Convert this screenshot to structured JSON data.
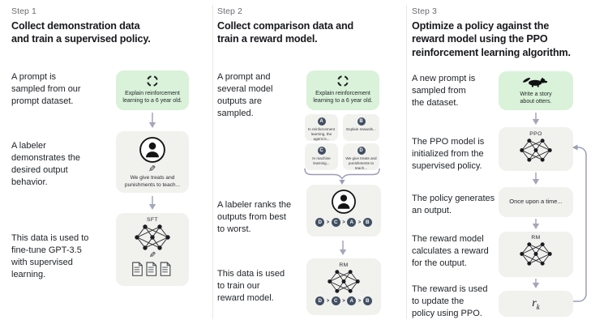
{
  "colors": {
    "prompt_box_green": "#d9f2d9",
    "stage_box_gray": "#f1f1ee",
    "chip_navy": "#414f62",
    "arrow_gray": "#a4a7b8",
    "brace_purple": "#9a9db5",
    "text_dark": "#1e2126",
    "step_label_gray": "#6b6c72"
  },
  "icons": {
    "pencil": "✎"
  },
  "step1": {
    "label": "Step 1",
    "headline": "Collect demonstration data\nand train a supervised policy.",
    "texts": {
      "prompt": "A prompt is\nsampled from our\nprompt dataset.",
      "labeler": "A labeler\ndemonstrates the\ndesired output\nbehavior.",
      "finetune": "This data is used to\nfine-tune GPT-3.5\nwith supervised\nlearning."
    },
    "prompt_box": "Explain reinforcement\nlearning to a 6 year old.",
    "labeler_box": "We give treats and\npunishments to teach...",
    "model_label": "SFT"
  },
  "step2": {
    "label": "Step 2",
    "headline": "Collect comparison data and\ntrain a reward model.",
    "texts": {
      "sampled": "A prompt and\nseveral model\noutputs are\nsampled.",
      "ranks": "A labeler ranks the\noutputs from best\nto worst.",
      "train": "This data is used\nto train our\nreward model."
    },
    "prompt_box": "Explain reinforcement\nlearning to a 6 year old.",
    "outputs": [
      {
        "letter": "A",
        "text": "In reinforcement\nlearning, the\nagent is..."
      },
      {
        "letter": "B",
        "text": "Explain rewards..."
      },
      {
        "letter": "C",
        "text": "In machine\nlearning..."
      },
      {
        "letter": "D",
        "text": "We give treats and\npunishments to\nteach..."
      }
    ],
    "ranking": [
      "D",
      "C",
      "A",
      "B"
    ],
    "rank_sep": ">",
    "model_label": "RM"
  },
  "step3": {
    "label": "Step 3",
    "headline": "Optimize a policy against the\nreward model using the PPO\nreinforcement learning algorithm.",
    "texts": {
      "new_prompt": "A new prompt is\nsampled from\nthe dataset.",
      "init": "The PPO model is\ninitialized from the\nsupervised policy.",
      "generates": "The policy generates\nan output.",
      "calculates": "The reward model\ncalculates a reward\nfor the output.",
      "update": "The reward is used\nto update the\npolicy using PPO."
    },
    "prompt_box": "Write a story\nabout otters.",
    "ppo_label": "PPO",
    "output_box": "Once upon a time...",
    "rm_label": "RM",
    "reward_var": "r",
    "reward_sub": "k"
  }
}
